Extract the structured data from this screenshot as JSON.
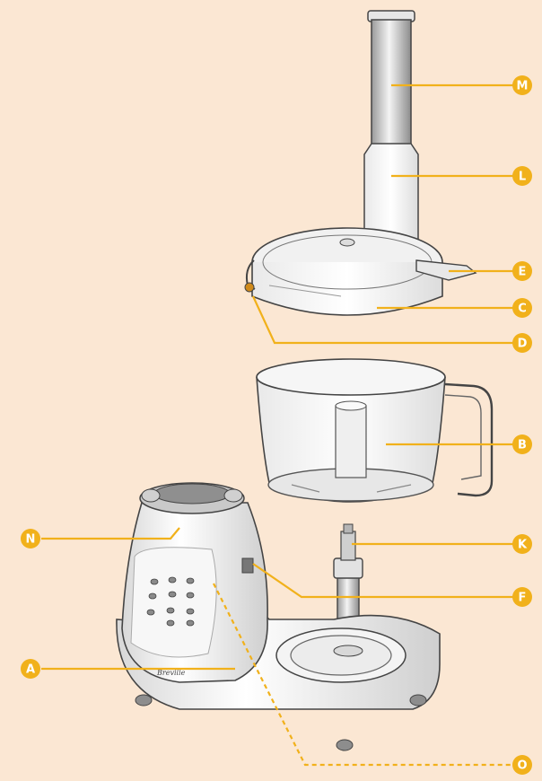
{
  "diagram": {
    "brand": "Breville",
    "callouts": [
      {
        "id": "M",
        "label": "M"
      },
      {
        "id": "L",
        "label": "L"
      },
      {
        "id": "E",
        "label": "E"
      },
      {
        "id": "C",
        "label": "C"
      },
      {
        "id": "D",
        "label": "D"
      },
      {
        "id": "B",
        "label": "B"
      },
      {
        "id": "N",
        "label": "N"
      },
      {
        "id": "K",
        "label": "K"
      },
      {
        "id": "F",
        "label": "F"
      },
      {
        "id": "A",
        "label": "A"
      },
      {
        "id": "O",
        "label": "O"
      }
    ]
  },
  "colors": {
    "background": "#fbe7d3",
    "callout": "#f1b11b",
    "callout_text": "#ffffff",
    "body": "#f2f2f2",
    "outline": "#444444",
    "shadow": "#c9c9c9"
  }
}
